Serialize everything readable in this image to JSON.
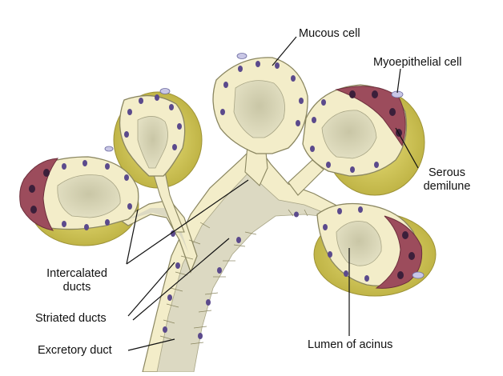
{
  "labels": {
    "mucous_cell": "Mucous cell",
    "myoepithelial_cell": "Myoepithelial cell",
    "serous_demilune_line1": "Serous",
    "serous_demilune_line2": "demilune",
    "intercalated_line1": "Intercalated",
    "intercalated_line2": "ducts",
    "striated_ducts": "Striated ducts",
    "excretory_duct": "Excretory duct",
    "lumen_of_acinus": "Lumen of acinus"
  },
  "colors": {
    "mucous_cytoplasm": "#f3edc9",
    "cell_border": "#8a8660",
    "nucleus": "#5b4a8c",
    "lumen": "#d9d6b6",
    "serous_cells": "#9c4c5c",
    "connective_tissue": "#d9cf5a",
    "duct_lumen": "#dcd9c2",
    "leader_line": "#111111"
  }
}
